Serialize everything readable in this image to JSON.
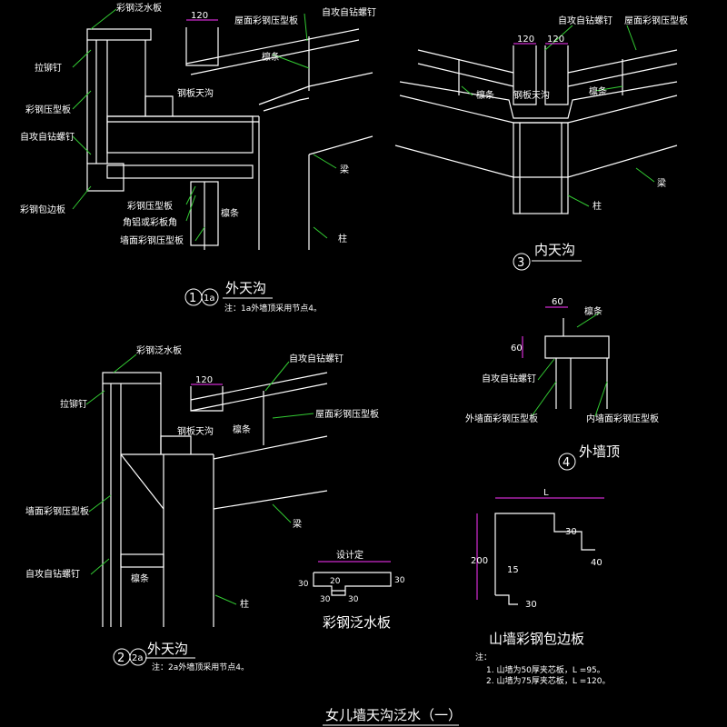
{
  "sheet_title": "女儿墙天沟泛水（一）",
  "colors": {
    "background": "#000000",
    "line": "#ffffff",
    "dimension": "#ff33ff",
    "leader": "#33cc33"
  },
  "detail1": {
    "number_a": "1",
    "number_b": "1a",
    "title": "外天沟",
    "note": "注：1a外墙顶采用节点4。",
    "labels": {
      "flashing": "彩钢泛水板",
      "rivet": "拉铆钉",
      "wall_panel": "彩钢压型板",
      "screw": "自攻自钻螺钉",
      "edge": "彩钢包边板",
      "roof_panel": "屋面彩钢压型板",
      "self_screw": "自攻自钻螺钉",
      "purlin": "檩条",
      "gutter": "钢板天沟",
      "beam": "梁",
      "panel2": "彩钢压型板",
      "angle": "角铝或彩板角",
      "wall_panel2": "墙面彩钢压型板",
      "purlin2": "檩条",
      "column": "柱",
      "dim_120": "120"
    }
  },
  "detail2": {
    "number_a": "2",
    "number_b": "2a",
    "title": "外天沟",
    "note": "注：2a外墙顶采用节点4。",
    "labels": {
      "flashing": "彩钢泛水板",
      "rivet": "拉铆钉",
      "screw_top": "自攻自钻螺钉",
      "roof_panel": "屋面彩钢压型板",
      "gutter": "钢板天沟",
      "purlin": "檩条",
      "wall_panel": "墙面彩钢压型板",
      "beam": "梁",
      "screw": "自攻自钻螺钉",
      "purlin2": "檩条",
      "column": "柱",
      "dim_120": "120"
    }
  },
  "detail3": {
    "number": "3",
    "title": "内天沟",
    "labels": {
      "screw": "自攻自钻螺钉",
      "roof_panel": "屋面彩钢压型板",
      "purlin_l": "檩条",
      "purlin_r": "檩条",
      "gutter": "钢板天沟",
      "beam": "梁",
      "column": "柱",
      "dim_120a": "120",
      "dim_120b": "120"
    }
  },
  "detail4": {
    "number": "4",
    "title": "外墙顶",
    "labels": {
      "purlin": "檩条",
      "screw": "自攻自钻螺钉",
      "outer_panel": "外墙面彩钢压型板",
      "inner_panel": "内墙面彩钢压型板",
      "dim_60": "60",
      "dim_60v": "60"
    }
  },
  "flashing_detail": {
    "title": "彩钢泛水板",
    "labels": {
      "design": "设计定",
      "d30a": "30",
      "d30b": "30",
      "d20": "20",
      "d30c": "30",
      "d30d": "30"
    }
  },
  "edge_detail": {
    "title": "山墙彩钢包边板",
    "labels": {
      "L": "L",
      "d200": "200",
      "d30": "30",
      "d40": "40",
      "d15": "15",
      "d30b": "30"
    },
    "note_head": "注：",
    "notes": [
      "1.  山墙为50厚夹芯板，L   =95。",
      "2.  山墙为75厚夹芯板，L   =120。"
    ]
  }
}
